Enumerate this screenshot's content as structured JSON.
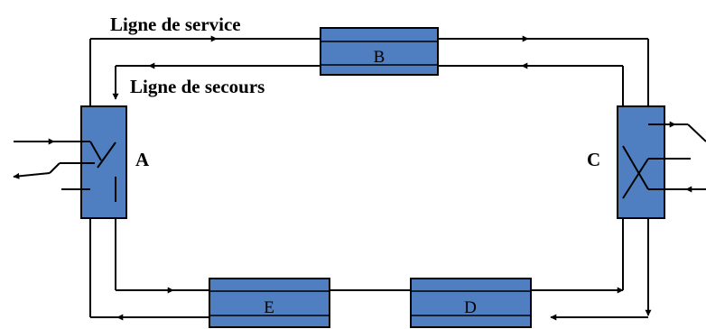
{
  "labels": {
    "service_line": "Ligne de service",
    "backup_line": "Ligne de secours"
  },
  "nodes": {
    "A": "A",
    "B": "B",
    "C": "C",
    "D": "D",
    "E": "E"
  }
}
